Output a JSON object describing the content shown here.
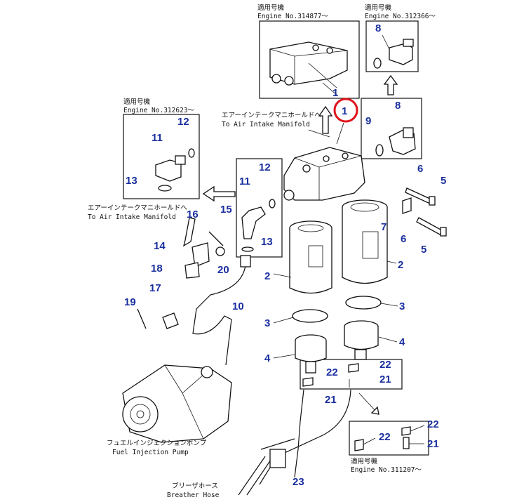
{
  "texts": {
    "serial_top_jp": "適用号機",
    "serial_top_en": "Engine No.314877〜",
    "serial_topright_jp": "適用号機",
    "serial_topright_en": "Engine No.312366〜",
    "serial_left_jp": "適用号機",
    "serial_left_en": "Engine No.312623〜",
    "intake_center_jp": "エアーインテークマニホールドへ",
    "intake_center_en": "To Air Intake Manifold",
    "intake_left_jp": "エアーインテークマニホールドへ",
    "intake_left_en": "To Air Intake Manifold",
    "pump_jp": "フュエルインジェクションポンプ",
    "pump_en": "Fuel Injection Pump",
    "hose_jp": "ブリーザホース",
    "hose_en": "Breather Hose",
    "serial_bottom_jp": "適用号機",
    "serial_bottom_en": "Engine No.311207〜"
  },
  "callouts": {
    "c1a": "1",
    "c1b": "1",
    "c2a": "2",
    "c2b": "2",
    "c3a": "3",
    "c3b": "3",
    "c4a": "4",
    "c4b": "4",
    "c5a": "5",
    "c5b": "5",
    "c6a": "6",
    "c6b": "6",
    "c7": "7",
    "c8a": "8",
    "c8b": "8",
    "c9": "9",
    "c10": "10",
    "c11a": "11",
    "c11b": "11",
    "c12a": "12",
    "c12b": "12",
    "c13a": "13",
    "c13b": "13",
    "c14": "14",
    "c15": "15",
    "c16": "16",
    "c17": "17",
    "c18": "18",
    "c19": "19",
    "c20": "20",
    "c21a": "21",
    "c21b": "21",
    "c21c": "21",
    "c22a": "22",
    "c22b": "22",
    "c22c": "22",
    "c22d": "22",
    "c23": "23"
  },
  "colors": {
    "callout": "#1a2f9e",
    "highlight": "#e0121a"
  }
}
